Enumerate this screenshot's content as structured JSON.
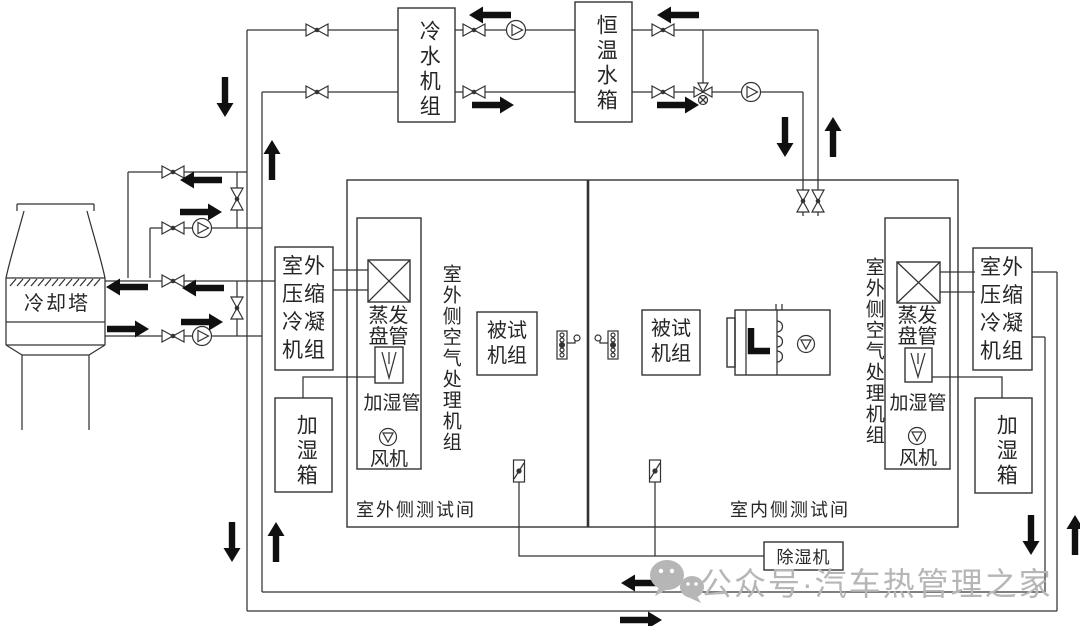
{
  "equipment": {
    "chiller": "冷水机组",
    "constant_temperature_tank": "恒温水箱",
    "cooling_tower": "冷却塔",
    "outdoor_compressor_condensing_unit": "室外压缩冷凝机组",
    "evaporator_coil": "蒸发盘管",
    "humidifying_pipe": "加湿管",
    "fan": "风机",
    "humidifying_box": "加湿箱",
    "outdoor_side_air_handling_unit": "室外侧空气处理机组",
    "unit_under_test": "被试机组",
    "dehumidifier": "除湿机"
  },
  "rooms": {
    "outdoor_side_test_room": "室外侧测试间",
    "indoor_side_test_room": "室内侧测试间"
  },
  "watermark": {
    "account": "公众号·汽车热管理之家"
  },
  "colors": {
    "line": "#333333",
    "arrow": "#101010",
    "watermark": "#b6b6b6",
    "background": "#ffffff"
  }
}
